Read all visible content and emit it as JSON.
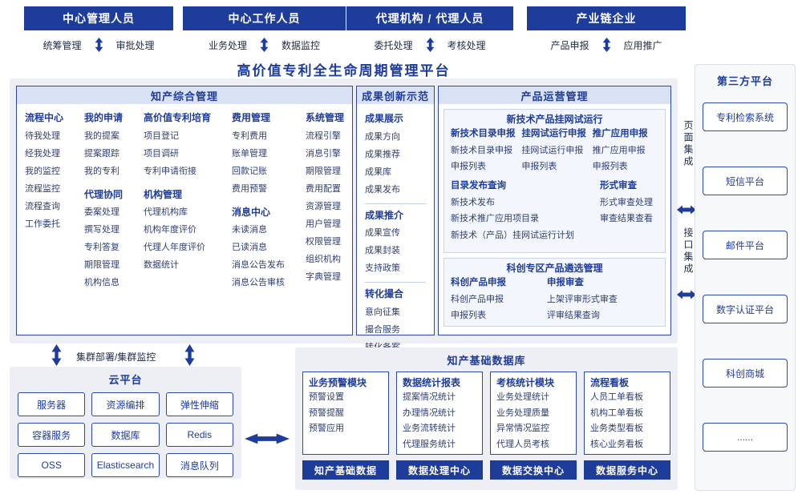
{
  "platform_title": "高价值专利全生命周期管理平台",
  "top_roles": [
    {
      "label": "中心管理人员",
      "left_func": "统筹管理",
      "right_func": "审批处理"
    },
    {
      "label": "中心工作人员",
      "left_func": "业务处理",
      "right_func": "数据监控"
    },
    {
      "label": "代理机构 / 代理人员",
      "left_func": "委托处理",
      "right_func": "考核处理"
    },
    {
      "label": "产业链企业",
      "left_func": "产品申报",
      "right_func": "应用推广"
    }
  ],
  "zhichan": {
    "title": "知产综合管理",
    "columns": [
      {
        "groups": [
          {
            "title": "流程中心",
            "items": [
              "待我处理",
              "经我处理",
              "我的监控",
              "流程监控",
              "流程查询",
              "工作委托"
            ]
          }
        ]
      },
      {
        "groups": [
          {
            "title": "我的申请",
            "items": [
              "我的提案",
              "提案跟踪",
              "我的专利"
            ]
          },
          {
            "title": "代理协同",
            "items": [
              "委案处理",
              "撰写处理",
              "专利答复",
              "期限管理",
              "机构信息"
            ]
          }
        ]
      },
      {
        "groups": [
          {
            "title": "高价值专利培育",
            "items": [
              "项目登记",
              "项目调研",
              "专利申请衔接"
            ]
          },
          {
            "title": "机构管理",
            "items": [
              "代理机构库",
              "机构年度评价",
              "代理人年度评价",
              "数据统计"
            ]
          }
        ]
      },
      {
        "groups": [
          {
            "title": "费用管理",
            "items": [
              "专利费用",
              "账单管理",
              "回款记账",
              "费用预警"
            ]
          },
          {
            "title": "消息中心",
            "items": [
              "未读消息",
              "已读消息",
              "消息公告发布",
              "消息公告审核"
            ]
          }
        ]
      },
      {
        "groups": [
          {
            "title": "系统管理",
            "items": [
              "流程引擎",
              "消息引擎",
              "期限管理",
              "费用配置",
              "资源管理",
              "用户管理",
              "权限管理",
              "组织机构",
              "字典管理"
            ]
          }
        ]
      }
    ]
  },
  "chengguo": {
    "title": "成果创新示范",
    "groups": [
      {
        "title": "成果展示",
        "items": [
          "成果方向",
          "成果推荐",
          "成果库",
          "成果发布"
        ]
      },
      {
        "title": "成果推介",
        "items": [
          "成果宣传",
          "成果封装",
          "支持政策"
        ]
      },
      {
        "title": "转化撮合",
        "items": [
          "意向征集",
          "撮合服务",
          "转化备案"
        ]
      }
    ]
  },
  "chanpin": {
    "title": "产品运营管理",
    "sub1": {
      "title": "新技术产品挂网试运行",
      "row1": [
        {
          "title": "新技术目录申报",
          "items": [
            "新技术目录申报",
            "申报列表"
          ]
        },
        {
          "title": "挂网试运行申报",
          "items": [
            "挂网试运行申报",
            "申报列表"
          ]
        },
        {
          "title": "推广应用申报",
          "items": [
            "推广应用申报",
            "申报列表"
          ]
        }
      ],
      "row2": [
        {
          "title": "目录发布查询",
          "items": [
            "新技术发布",
            "新技术推广应用项目录",
            "新技术（产品）挂网试运行计划"
          ]
        },
        {
          "title": "形式审查",
          "items": [
            "形式审查处理",
            "审查结果查看"
          ]
        }
      ]
    },
    "sub2": {
      "title": "科创专区产品遴选管理",
      "row": [
        {
          "title": "科创产品申报",
          "items": [
            "科创产品申报",
            "申报列表"
          ]
        },
        {
          "title": "申报审查",
          "items": [
            "上架评审形式审查",
            "评审结果查询"
          ]
        }
      ]
    }
  },
  "integration": {
    "page_label": "页面集成",
    "api_label": "接口集成"
  },
  "third_party": {
    "title": "第三方平台",
    "items": [
      "专利检索系统",
      "短信平台",
      "邮件平台",
      "数字认证平台",
      "科创商城",
      "......"
    ]
  },
  "cluster_label": "集群部署/集群监控",
  "cloud": {
    "title": "云平台",
    "items": [
      "服务器",
      "资源编排",
      "弹性伸缩",
      "容器服务",
      "数据库",
      "Redis",
      "OSS",
      "Elasticsearch",
      "消息队列"
    ]
  },
  "database": {
    "title": "知产基础数据库",
    "modules": [
      {
        "title": "业务预警模块",
        "items": [
          "预警设置",
          "预警提醒",
          "预警应用"
        ],
        "footer": "知产基础数据"
      },
      {
        "title": "数据统计报表",
        "items": [
          "提案情况统计",
          "办理情况统计",
          "业务流转统计",
          "代理服务统计"
        ],
        "footer": "数据处理中心"
      },
      {
        "title": "考核统计模块",
        "items": [
          "业务处理统计",
          "业务处理质量",
          "异常情况监控",
          "代理人员考核"
        ],
        "footer": "数据交换中心"
      },
      {
        "title": "流程看板",
        "items": [
          "人员工单看板",
          "机构工单看板",
          "业务类型看板",
          "核心业务看板"
        ],
        "footer": "数据服务中心"
      }
    ]
  },
  "colors": {
    "primary": "#1e3c99",
    "band": "#d8e2f4",
    "panel": "#edeff5",
    "item_text": "#2f3f70"
  }
}
